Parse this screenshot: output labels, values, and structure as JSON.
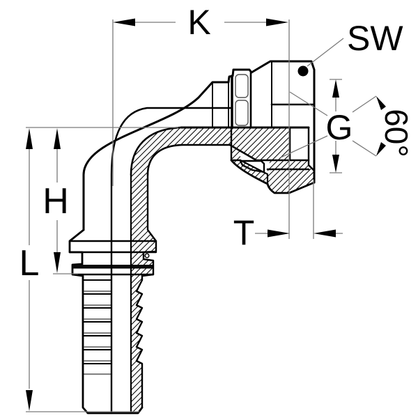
{
  "drawing": {
    "description": "Dimensional technical drawing of a 90-degree elbow hose fitting with female swivel hex nut, 60-degree cone seat and multi-barb hose shank shown in half section",
    "labels": {
      "k": "K",
      "sw": "SW",
      "g": "G",
      "cone_angle": "60°",
      "h": "H",
      "t": "T",
      "l": "L"
    },
    "colors": {
      "background": "#ffffff",
      "line": "#000000",
      "dimension_line": "#7a7a7a"
    }
  }
}
